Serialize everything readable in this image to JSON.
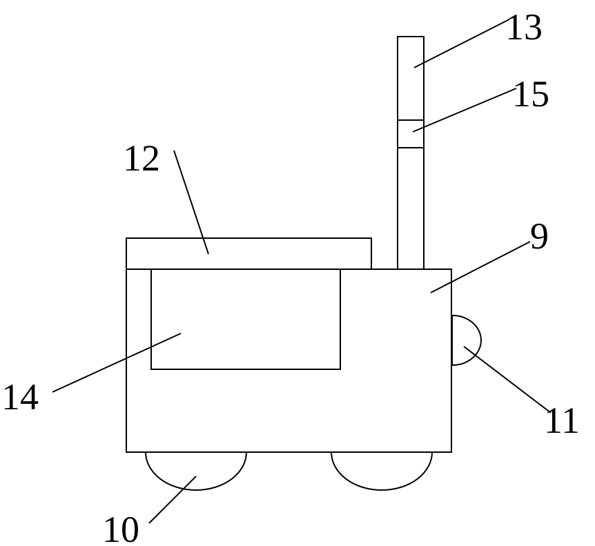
{
  "diagram": {
    "labels": {
      "body": "9",
      "wheels": "10",
      "side_knob": "11",
      "top_plate": "12",
      "handle_rod": "13",
      "panel": "14",
      "handle_band": "15"
    }
  }
}
